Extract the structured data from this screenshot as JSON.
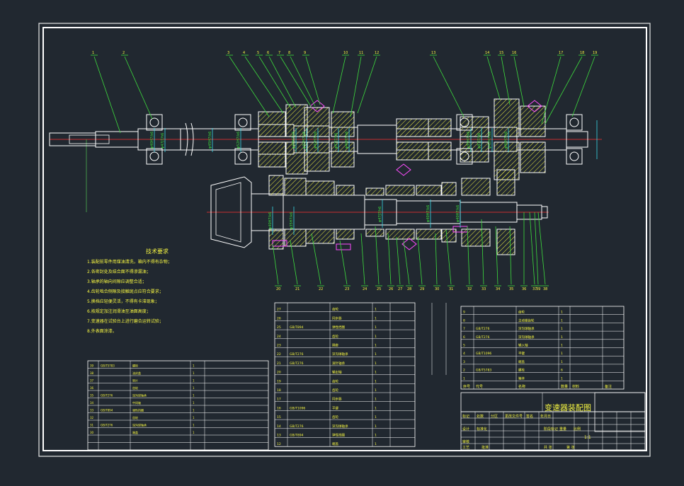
{
  "drawing": {
    "title": "变速器装配图",
    "notes_heading": "技术要求",
    "notes": [
      "1.装配前零件用煤油清洗，箱内不得有杂物；",
      "2.各密封处及结合面不得渗漏油；",
      "3.轴承的轴向间隙应调整合适；",
      "4.齿轮啮合侧隙及接触斑点应符合要求；",
      "5.换档应轻便灵活，不得有卡滞现象；",
      "6.按规定加注润滑油至油面高度；",
      "7.变速器在试验台上进行磨合运转试验；",
      "8.外表面涂漆。"
    ],
    "fit_labels": [
      "φ40H7/k6",
      "φ47J7/h6",
      "φ45H7/k6",
      "φ52H7/k6",
      "φ30H7/k6",
      "φ32H7/k6",
      "φ42H7/k6",
      "φ47J7/h6",
      "φ40H7/k6",
      "φ35H7/k6",
      "φ47J7/h6",
      "φ42H7/k6",
      "φ40H7/k6",
      "φ40H7/k6",
      "φ35H7/k6",
      "φ47J7/h6",
      "φ40H7/k6",
      "φ40H7/k6"
    ],
    "balloons_top": [
      "1",
      "2",
      "3",
      "4",
      "5",
      "6",
      "7",
      "8",
      "9",
      "10",
      "11",
      "12",
      "13",
      "14",
      "15",
      "16",
      "17",
      "18",
      "19"
    ],
    "balloons_bottom": [
      "20",
      "21",
      "22",
      "23",
      "24",
      "25",
      "26",
      "27",
      "28",
      "29",
      "30",
      "31",
      "32",
      "33",
      "34",
      "35",
      "36",
      "37",
      "38",
      "39"
    ],
    "bom_right_header": [
      "序号",
      "代号",
      "名称",
      "数量",
      "材料",
      "备注"
    ],
    "bom_right_rows": [
      [
        "9",
        "",
        "齿轮",
        "1",
        "",
        ""
      ],
      [
        "8",
        "",
        "主动锥齿轮",
        "1",
        "",
        ""
      ],
      [
        "7",
        "GB/T276",
        "深沟球轴承",
        "1",
        "",
        ""
      ],
      [
        "6",
        "GB/T276",
        "深沟球轴承",
        "1",
        "",
        ""
      ],
      [
        "5",
        "",
        "输入轴",
        "1",
        "",
        ""
      ],
      [
        "4",
        "GB/T1096",
        "平键",
        "1",
        "",
        ""
      ],
      [
        "3",
        "",
        "端盖",
        "1",
        "",
        ""
      ],
      [
        "2",
        "GB/T5783",
        "螺栓",
        "6",
        "",
        ""
      ],
      [
        "1",
        "",
        "箱体",
        "1",
        "",
        ""
      ]
    ],
    "bom_mid_rows": [
      [
        "27",
        "",
        "齿轮",
        "1",
        ""
      ],
      [
        "26",
        "",
        "同步器",
        "1",
        ""
      ],
      [
        "25",
        "GB/T894",
        "弹性挡圈",
        "1",
        ""
      ],
      [
        "24",
        "",
        "齿轮",
        "1",
        ""
      ],
      [
        "23",
        "",
        "隔套",
        "1",
        ""
      ],
      [
        "22",
        "GB/T276",
        "深沟球轴承",
        "1",
        ""
      ],
      [
        "21",
        "GB/T276",
        "滚针轴承",
        "1",
        ""
      ],
      [
        "20",
        "",
        "输出轴",
        "1",
        ""
      ],
      [
        "19",
        "",
        "齿轮",
        "1",
        ""
      ],
      [
        "18",
        "",
        "齿轮",
        "1",
        ""
      ],
      [
        "17",
        "",
        "同步器",
        "1",
        ""
      ],
      [
        "16",
        "GB/T1096",
        "平键",
        "1",
        ""
      ],
      [
        "15",
        "",
        "齿轮",
        "1",
        ""
      ],
      [
        "14",
        "GB/T276",
        "深沟球轴承",
        "1",
        ""
      ],
      [
        "13",
        "GB/T894",
        "弹性挡圈",
        "1",
        ""
      ],
      [
        "12",
        "",
        "端盖",
        "1",
        ""
      ]
    ],
    "bom_left_rows": [
      [
        "39",
        "GB/T5783",
        "螺栓",
        "1",
        ""
      ],
      [
        "38",
        "",
        "油封盖",
        "1",
        ""
      ],
      [
        "37",
        "",
        "垫片",
        "1",
        ""
      ],
      [
        "36",
        "",
        "齿轮",
        "1",
        ""
      ],
      [
        "35",
        "GB/T276",
        "深沟球轴承",
        "1",
        ""
      ],
      [
        "34",
        "",
        "中间轴",
        "1",
        ""
      ],
      [
        "33",
        "GB/T894",
        "弹性挡圈",
        "1",
        ""
      ],
      [
        "32",
        "",
        "齿轮",
        "1",
        ""
      ],
      [
        "31",
        "GB/T276",
        "深沟球轴承",
        "1",
        ""
      ],
      [
        "30",
        "",
        "端盖",
        "1",
        ""
      ]
    ],
    "title_block": {
      "labels": [
        "标记",
        "处数",
        "分区",
        "更改文件号",
        "签名",
        "年月日",
        "设计",
        "标准化",
        "阶段标记",
        "重量",
        "比例",
        "审核",
        "工艺",
        "批准",
        "共 张",
        "第 张"
      ],
      "scale": "1:1"
    }
  }
}
